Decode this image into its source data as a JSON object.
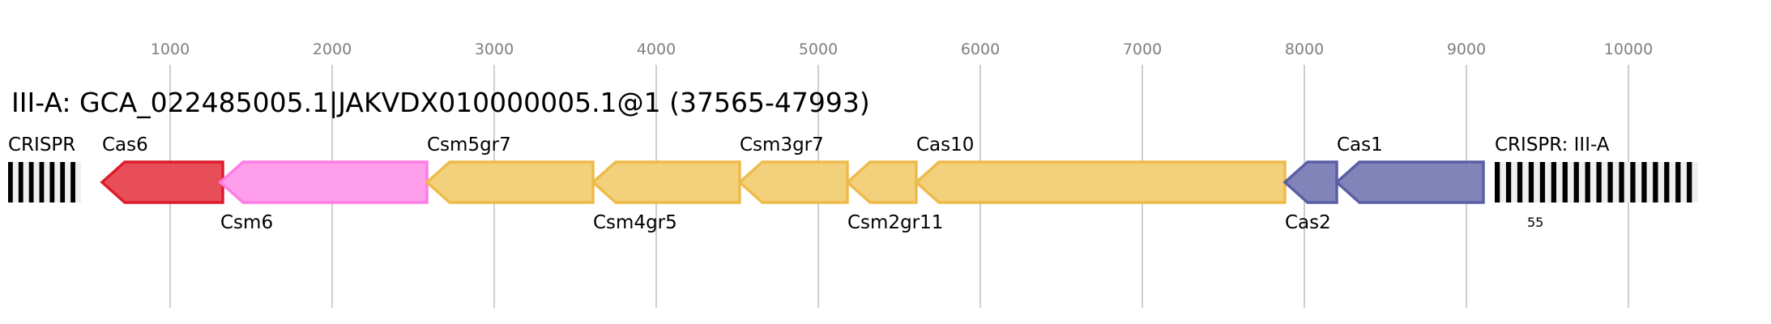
{
  "title": "III-A: GCA_022485005.1|JAKVDX010000005.1@1 (37565-47993)",
  "chart_data": {
    "type": "gene-map",
    "axis": {
      "ticks": [
        1000,
        2000,
        3000,
        4000,
        5000,
        6000,
        7000,
        8000,
        9000,
        10000
      ],
      "tick_labels": [
        "1000",
        "2000",
        "3000",
        "4000",
        "5000",
        "6000",
        "7000",
        "8000",
        "9000",
        "10000"
      ],
      "range": [
        0,
        10500
      ]
    },
    "crispr_arrays": [
      {
        "label": "CRISPR",
        "start": 0,
        "end": 450,
        "repeats": 7,
        "label_pos": "above",
        "count_label": ""
      },
      {
        "label": "CRISPR: III-A",
        "start": 9175,
        "end": 10430,
        "repeats": 18,
        "label_pos": "above",
        "count_label": "55"
      }
    ],
    "genes": [
      {
        "name": "Cas6",
        "start": 580,
        "end": 1325,
        "strand": "-",
        "label_pos": "above",
        "fill": "#e6444f",
        "stroke": "#dd1c2a"
      },
      {
        "name": "Csm6",
        "start": 1310,
        "end": 2585,
        "strand": "-",
        "label_pos": "below",
        "fill": "#ff99ea",
        "stroke": "#ff7ce5"
      },
      {
        "name": "Csm5gr7",
        "start": 2585,
        "end": 3610,
        "strand": "-",
        "label_pos": "above",
        "fill": "#f1cd75",
        "stroke": "#eebb4a"
      },
      {
        "name": "Csm4gr5",
        "start": 3610,
        "end": 4515,
        "strand": "-",
        "label_pos": "below",
        "fill": "#f1cd75",
        "stroke": "#eebb4a"
      },
      {
        "name": "Csm3gr7",
        "start": 4515,
        "end": 5180,
        "strand": "-",
        "label_pos": "above",
        "fill": "#f1cd75",
        "stroke": "#eebb4a"
      },
      {
        "name": "Csm2gr11",
        "start": 5180,
        "end": 5605,
        "strand": "-",
        "label_pos": "below",
        "fill": "#f1cd75",
        "stroke": "#eebb4a"
      },
      {
        "name": "Cas10",
        "start": 5605,
        "end": 7880,
        "strand": "-",
        "label_pos": "above",
        "fill": "#f1cd75",
        "stroke": "#eebb4a"
      },
      {
        "name": "Cas2",
        "start": 7880,
        "end": 8200,
        "strand": "-",
        "label_pos": "below",
        "fill": "#7b7db5",
        "stroke": "#5a5ea6"
      },
      {
        "name": "Cas1",
        "start": 8200,
        "end": 9105,
        "strand": "-",
        "label_pos": "above",
        "fill": "#7b7db5",
        "stroke": "#5a5ea6"
      }
    ]
  }
}
